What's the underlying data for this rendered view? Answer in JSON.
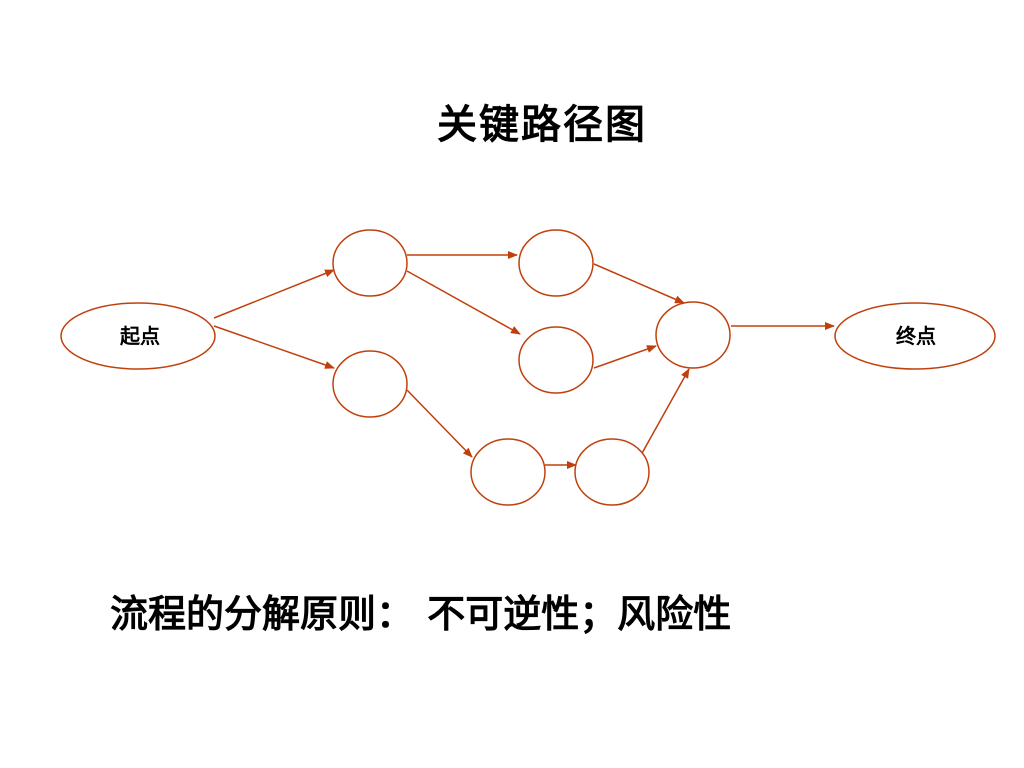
{
  "title": "关键路径图",
  "diagram": {
    "line_color": "#C0400C",
    "start_label": "起点",
    "end_label": "终点"
  },
  "principle_text": "流程的分解原则： 不可逆性；风险性"
}
